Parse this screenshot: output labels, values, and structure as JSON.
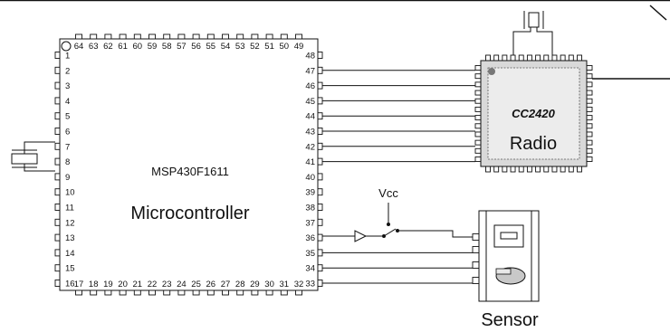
{
  "microcontroller": {
    "part": "MSP430F1611",
    "name": "Microcontroller",
    "pins_left": [
      "1",
      "2",
      "3",
      "4",
      "5",
      "6",
      "7",
      "8",
      "9",
      "10",
      "11",
      "12",
      "13",
      "14",
      "15",
      "16"
    ],
    "pins_bottom": [
      "17",
      "18",
      "19",
      "20",
      "21",
      "22",
      "23",
      "24",
      "25",
      "26",
      "27",
      "28",
      "29",
      "30",
      "31",
      "32"
    ],
    "pins_right": [
      "33",
      "34",
      "35",
      "36",
      "37",
      "38",
      "39",
      "40",
      "41",
      "42",
      "43",
      "44",
      "45",
      "46",
      "47",
      "48"
    ],
    "pins_top": [
      "64",
      "63",
      "62",
      "61",
      "60",
      "59",
      "58",
      "57",
      "56",
      "55",
      "54",
      "53",
      "52",
      "51",
      "50",
      "49"
    ]
  },
  "radio": {
    "brand": "CC2420",
    "name": "Radio"
  },
  "switch": {
    "supply_label": "Vcc"
  },
  "sensor": {
    "name": "Sensor"
  },
  "colors": {
    "line": "#111111",
    "radio_body": "#d9d9d9",
    "radio_inner": "#ececec",
    "sensor_fill": "#c8c8c8"
  }
}
